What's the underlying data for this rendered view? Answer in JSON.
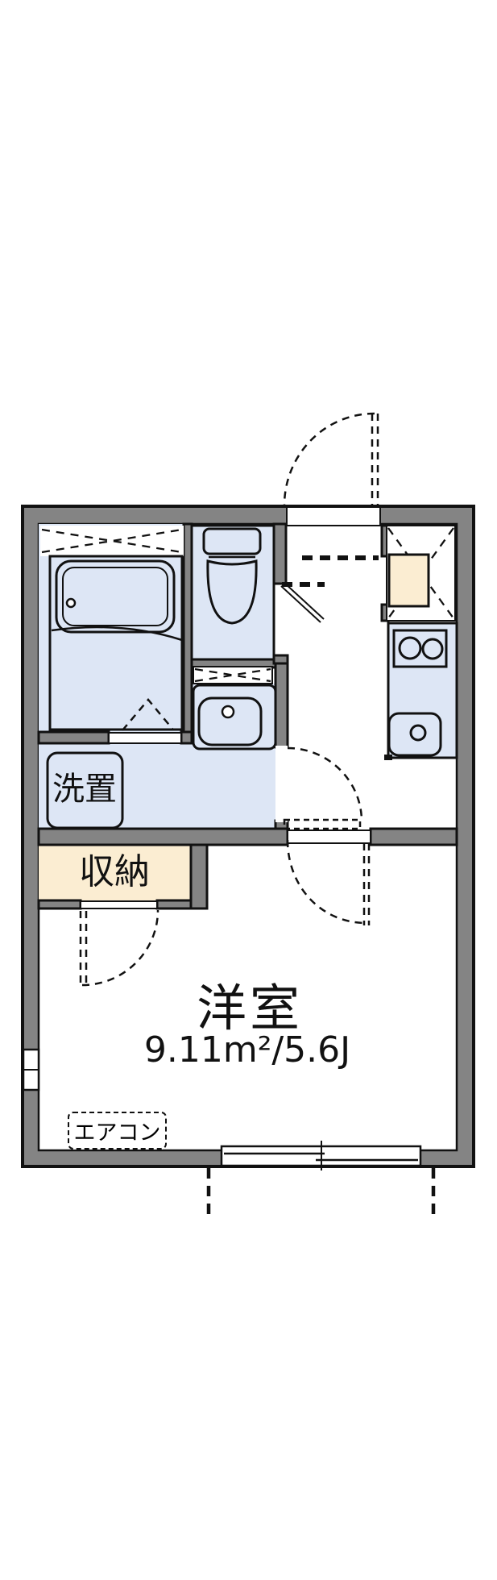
{
  "colors": {
    "wall_gray": "#848484",
    "line_black": "#111111",
    "room_blue": "#dde6f5",
    "storage_beige": "#fbedd2",
    "floor_white": "#ffffff"
  },
  "labels": {
    "washer_space": "洗置",
    "closet": "収納",
    "main_room": "洋室",
    "main_room_area": "9.11m²/5.6J",
    "aircon": "エアコン"
  }
}
